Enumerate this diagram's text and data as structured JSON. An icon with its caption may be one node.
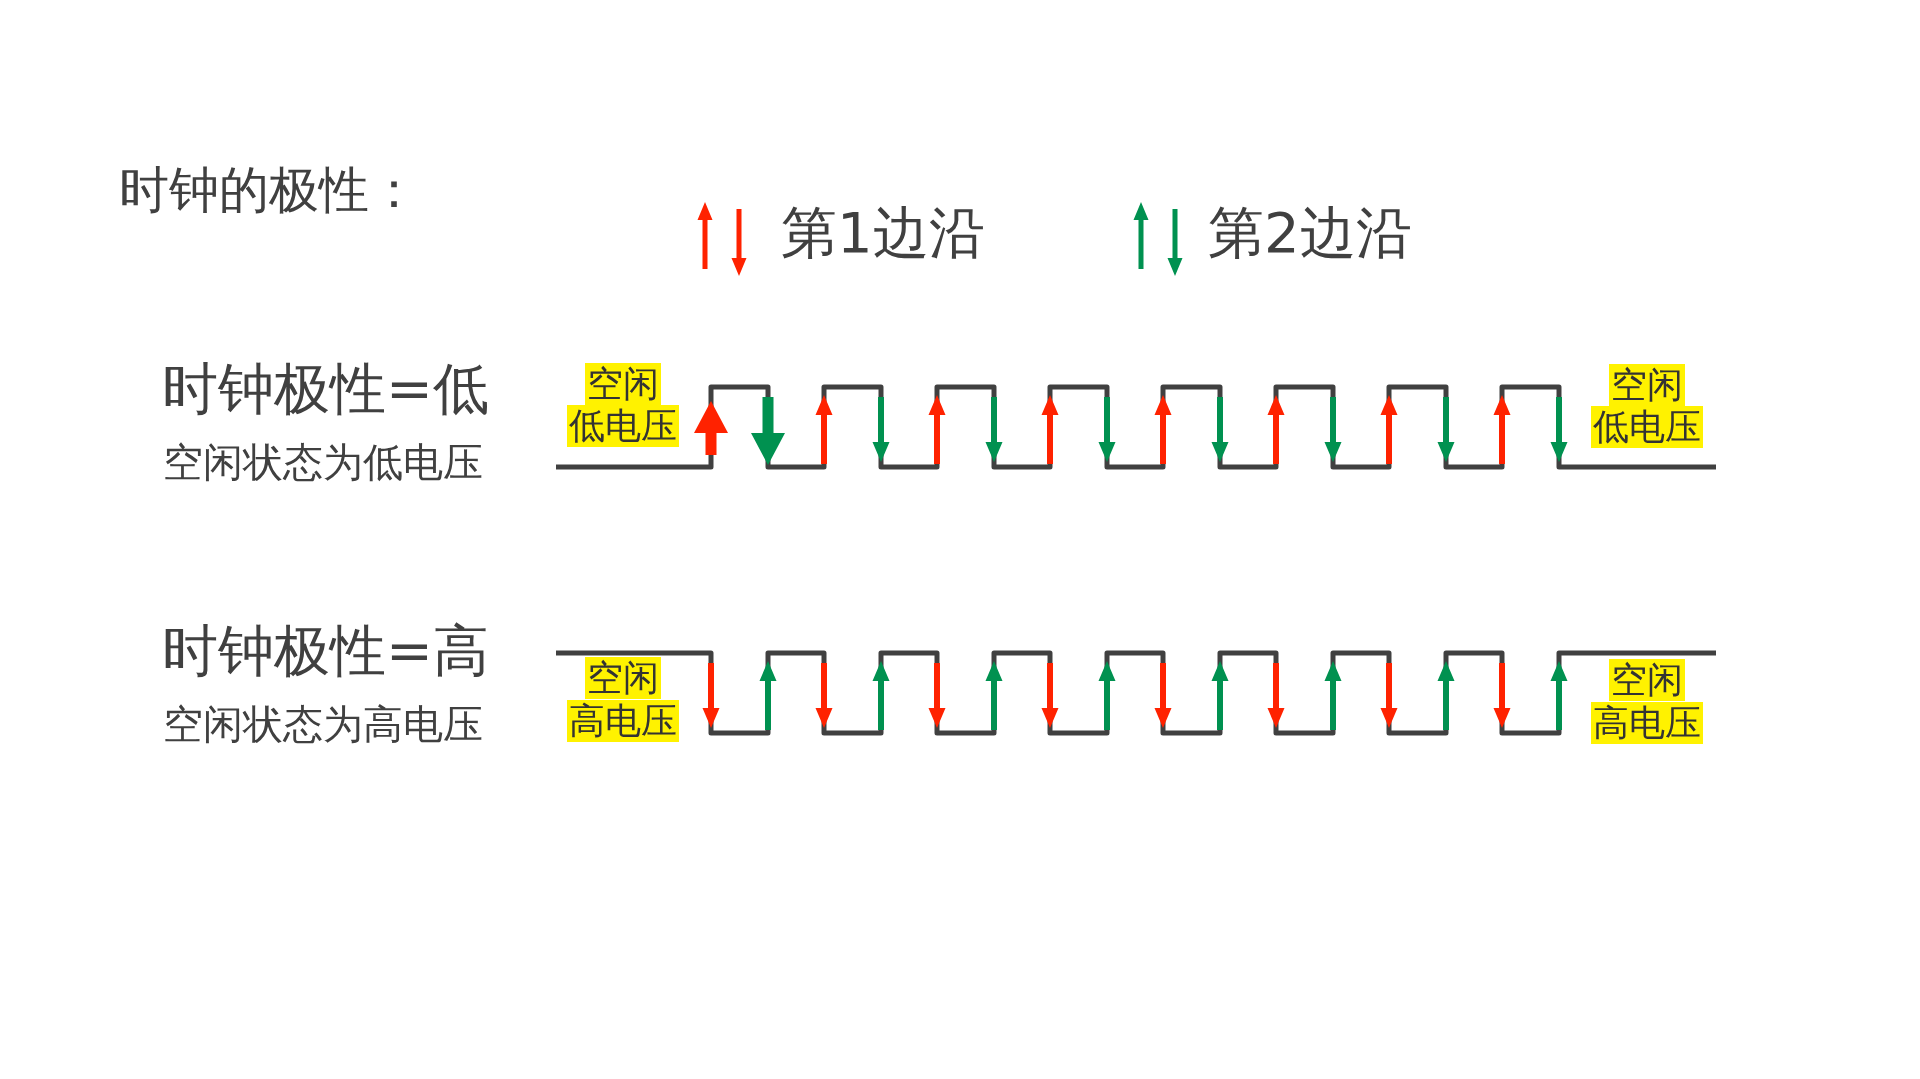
{
  "diagram": {
    "title": "时钟的极性：",
    "labels": [
      "时钟极性=低",
      "空闲状态为低电压",
      "空闲",
      "低电压",
      "空闲",
      "低电压",
      "时钟极性=高",
      "空闲状态为高电压",
      "空闲",
      "高电压",
      "空闲",
      "高电压"
    ],
    "legend": [
      {
        "text": "第1边沿",
        "color": "#ff2200"
      },
      {
        "text": "第2边沿",
        "color": "#009150"
      }
    ]
  }
}
